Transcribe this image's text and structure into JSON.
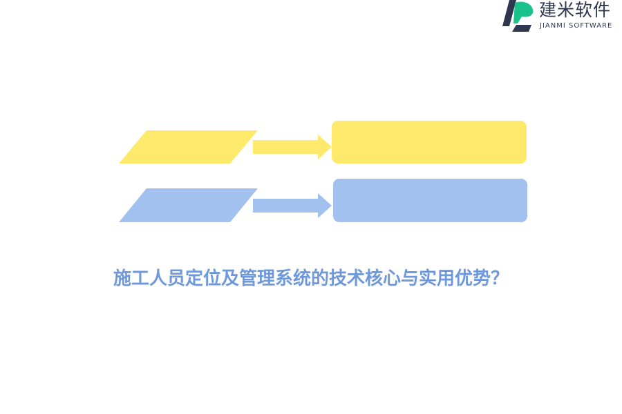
{
  "logo": {
    "brand_cn": "建米软件",
    "brand_en": "JIANMI SOFTWARE",
    "colors": {
      "dark": "#2f3650",
      "green": "#19c28b"
    }
  },
  "diagram": {
    "rows": [
      {
        "color": "#fde96c",
        "shapes": [
          "parallelogram",
          "arrow-right",
          "rounded-rectangle"
        ]
      },
      {
        "color": "#a2c1ef",
        "shapes": [
          "parallelogram",
          "arrow-right",
          "rounded-rectangle"
        ]
      }
    ]
  },
  "caption": {
    "text": "施工人员定位及管理系统的技术核心与实用优势？",
    "color": "#6d98db"
  }
}
